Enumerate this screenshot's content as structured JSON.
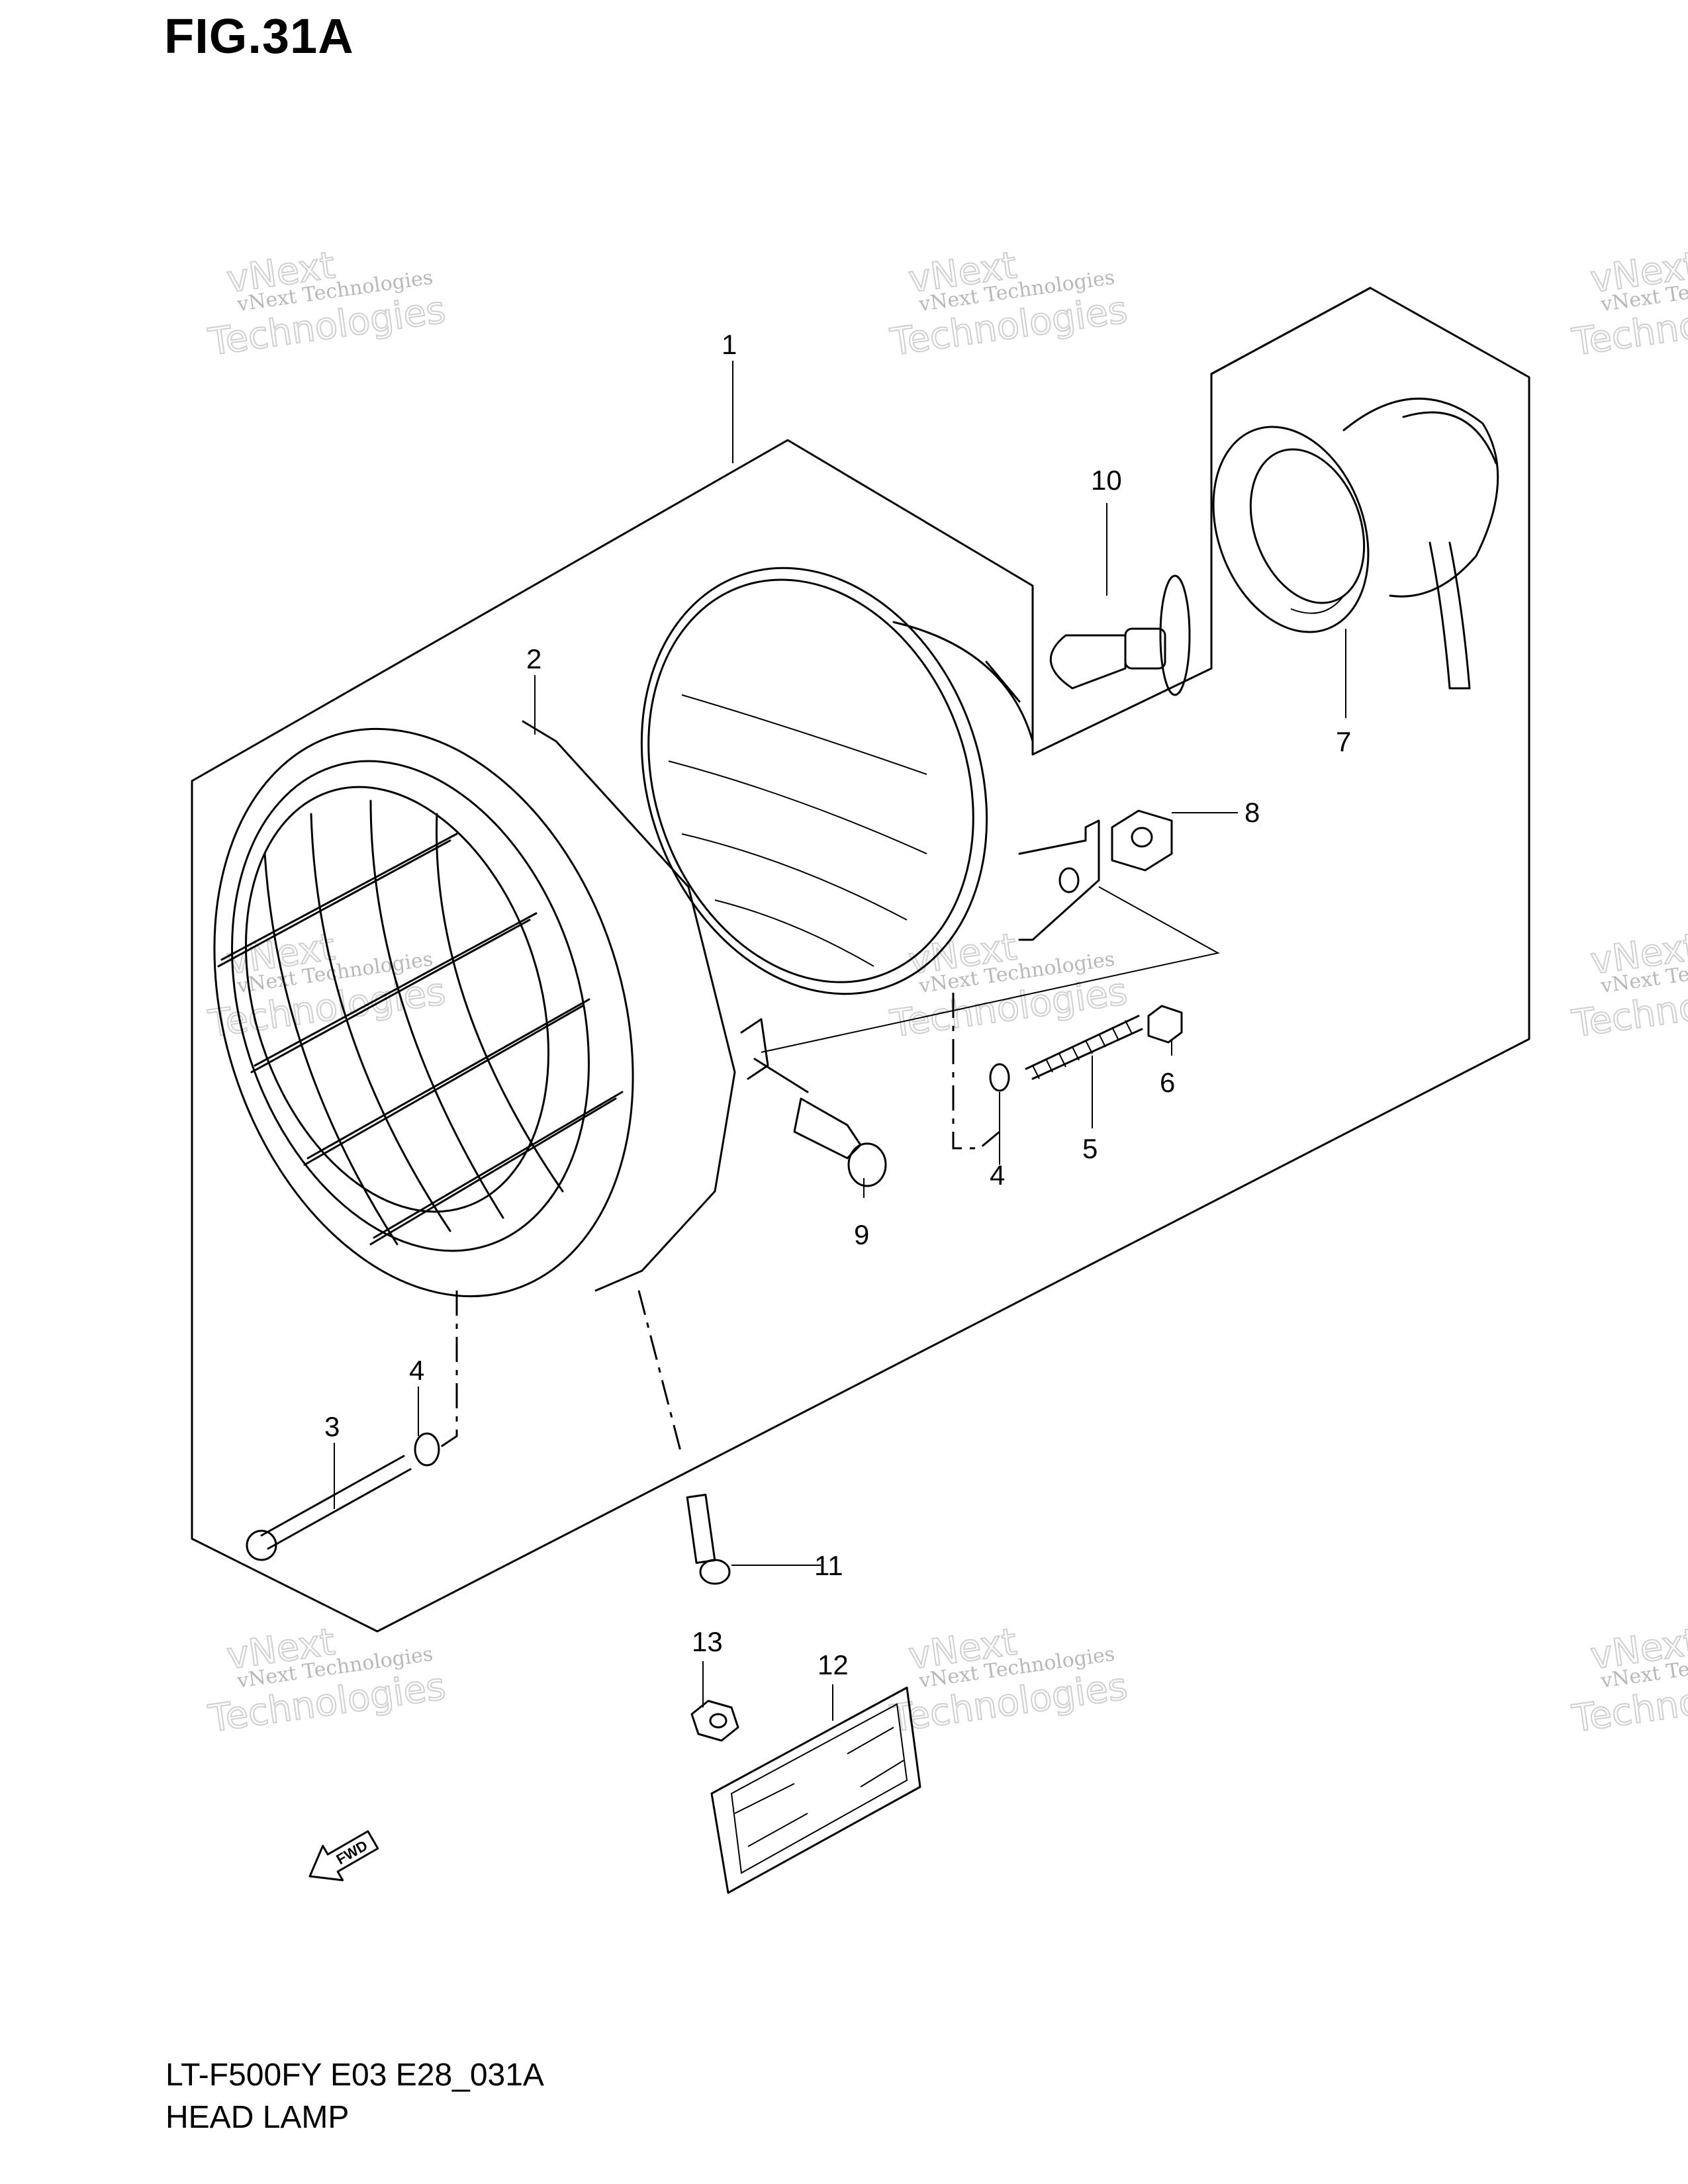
{
  "figure": {
    "title": "FIG.31A"
  },
  "footer": {
    "code": "LT-F500FY E03 E28_031A",
    "name": "HEAD LAMP"
  },
  "direction_marker": {
    "text": "FWD",
    "icon": "fwd-arrow-icon"
  },
  "watermark": {
    "line1": "vNext Technologies",
    "line2": "vNext",
    "line3": "Technologies"
  },
  "callouts": {
    "c1": "1",
    "c2": "2",
    "c3": "3",
    "c4a": "4",
    "c4b": "4",
    "c5": "5",
    "c6": "6",
    "c7": "7",
    "c8": "8",
    "c9": "9",
    "c10": "10",
    "c11": "11",
    "c12": "12",
    "c13": "13"
  },
  "colors": {
    "line": "#000000",
    "watermark": "#b8b8b8",
    "background": "#ffffff"
  }
}
